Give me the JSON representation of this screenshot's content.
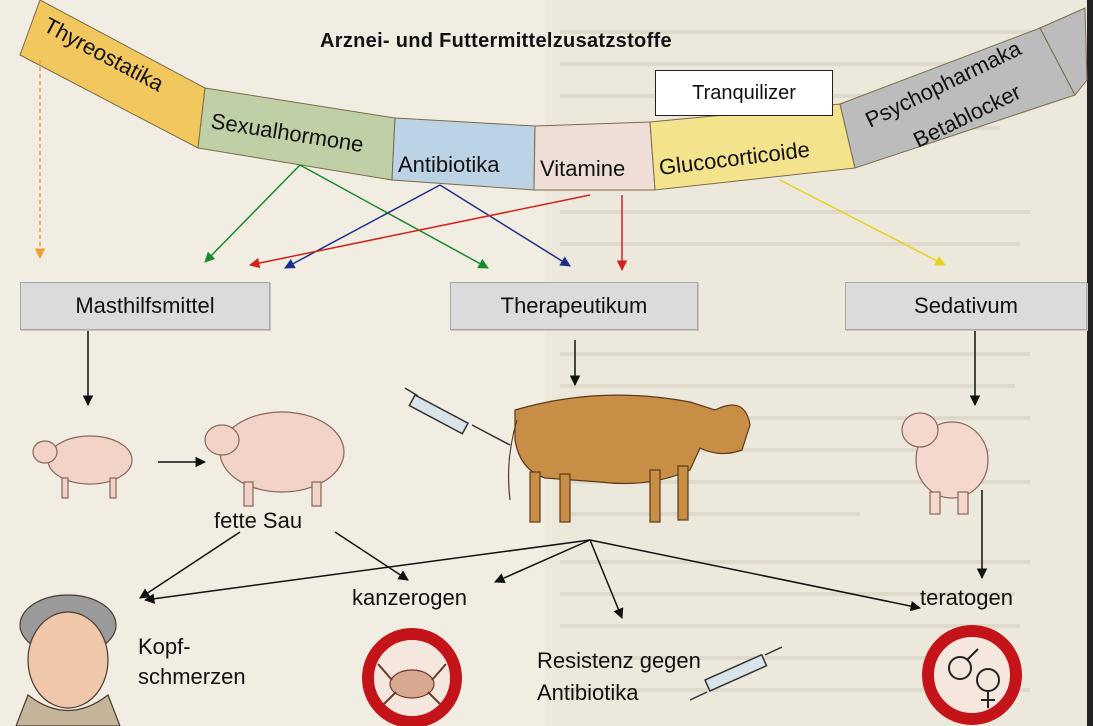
{
  "title": "Arznei- und Futtermittelzusatzstoffe",
  "arc_segments": [
    {
      "label": "Thyreostatika",
      "color": "#f2c85e"
    },
    {
      "label": "Sexualhormone",
      "color": "#bfd0a6"
    },
    {
      "label": "Antibiotika",
      "color": "#bcd3e6"
    },
    {
      "label": "Vitamine",
      "color": "#eeded7"
    },
    {
      "label": "Glucocorticoide",
      "color": "#f2e38c"
    },
    {
      "label": "Psychopharmaka",
      "color": "#bcbcbc"
    },
    {
      "label": "Betablocker",
      "color": "#bcbcbc"
    }
  ],
  "tranquilizer_label": "Tranquilizer",
  "boxes": {
    "masthilfsmittel": "Masthilfsmittel",
    "therapeutikum": "Therapeutikum",
    "sedativum": "Sedativum"
  },
  "labels": {
    "fette_sau": "fette Sau",
    "kanzerogen": "kanzerogen",
    "teratogen": "teratogen",
    "kopfschmerzen_1": "Kopf-",
    "kopfschmerzen_2": "schmerzen",
    "resistenz_1": "Resistenz gegen",
    "resistenz_2": "Antibiotika"
  },
  "colors": {
    "arrow_green": "#1a8a2a",
    "arrow_blue": "#1e2f8a",
    "arrow_red": "#d2221c",
    "arrow_orange": "#f0a030",
    "arrow_yellow": "#e6d21a",
    "warning_ring": "#c4141a",
    "box_fill": "#dcdadb"
  },
  "icons": [
    "pig-icon",
    "cow-icon",
    "syringe-icon",
    "piglet-icon",
    "crab-icon",
    "gender-symbol-icon",
    "headache-person-icon"
  ]
}
